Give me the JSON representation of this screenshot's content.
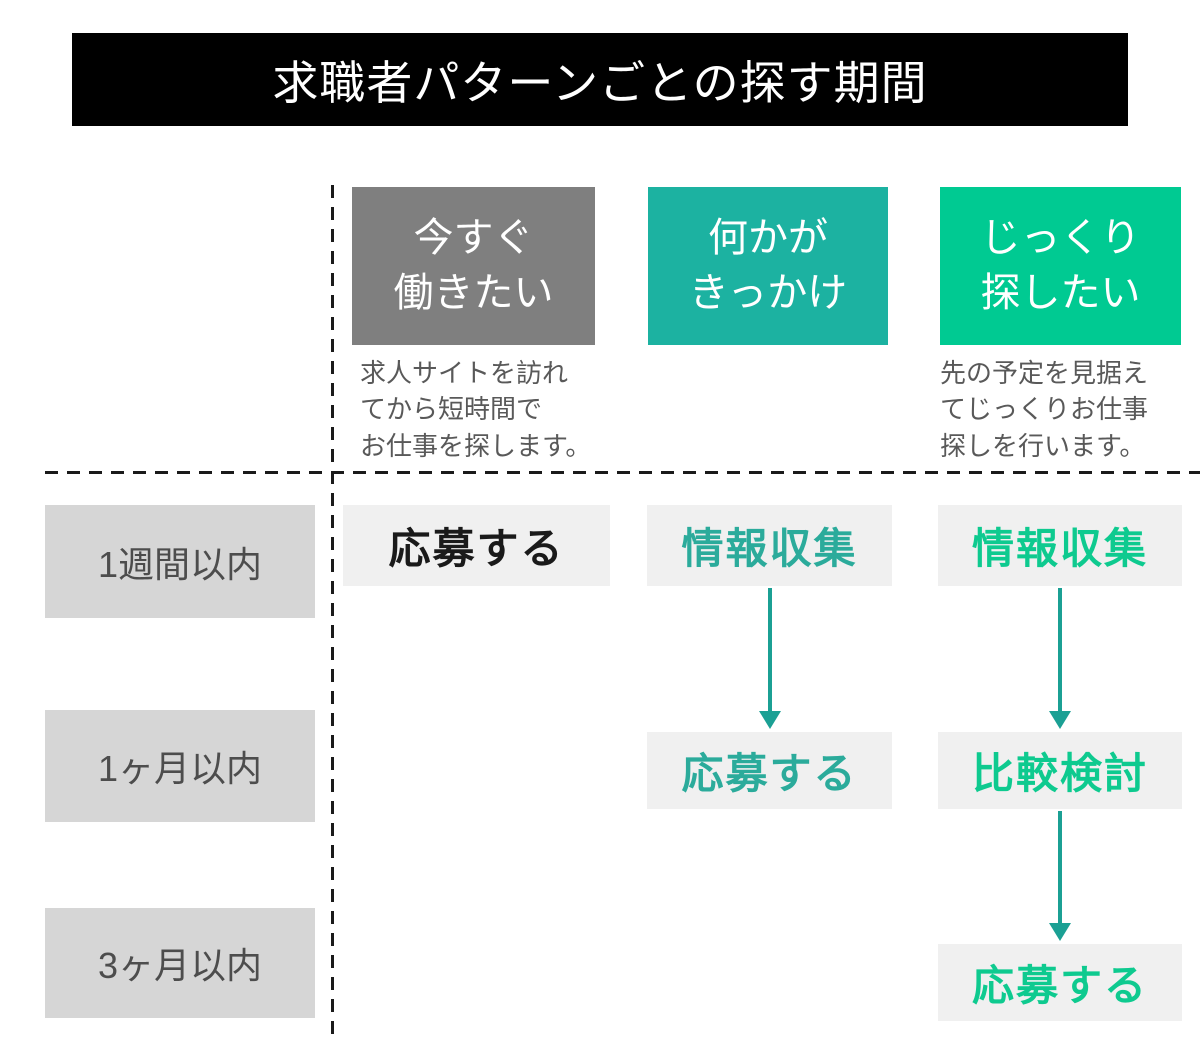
{
  "title": "求職者パターンごとの探す期間",
  "columns": [
    {
      "label": "今すぐ\n働きたい",
      "description": "求人サイトを訪れ\nてから短時間で\nお仕事を探します。"
    },
    {
      "label": "何かが\nきっかけ"
    },
    {
      "label": "じっくり\n探したい",
      "description": "先の予定を見据え\nてじっくりお仕事\n探しを行います。"
    }
  ],
  "rows": [
    {
      "label": "1週間以内"
    },
    {
      "label": "1ヶ月以内"
    },
    {
      "label": "3ヶ月以内"
    }
  ],
  "cells": {
    "now_week": "応募する",
    "trigger_week": "情報収集",
    "slow_week": "情報収集",
    "trigger_month": "応募する",
    "slow_month": "比較検討",
    "slow_3month": "応募する"
  },
  "colors": {
    "title_bg": "#000000",
    "title_text": "#ffffff",
    "header_now_bg": "#7f7f7f",
    "header_trigger_bg": "#1cb2a1",
    "header_slow_bg": "#00ca92",
    "row_label_bg": "#d6d6d6",
    "cell_bg": "#f0f0f0",
    "cell_text_black": "#1a1a1a",
    "cell_text_teal": "#2bab9b",
    "cell_text_green": "#0eca8f",
    "arrow": "#1ba094",
    "dashed_line": "#1a1a1a"
  }
}
